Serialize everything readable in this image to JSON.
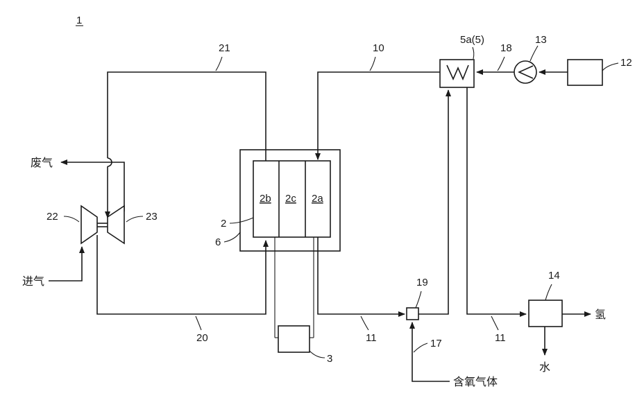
{
  "figure_number": "1",
  "labels": {
    "fuel_cell": "2",
    "cell_2a": "2a",
    "cell_2b": "2b",
    "cell_2c": "2c",
    "power_unit": "3",
    "heat_exchanger": "5a(5)",
    "housing": "6",
    "line_10": "10",
    "line_11_left": "11",
    "line_11_right": "11",
    "tank": "12",
    "pump": "13",
    "separator": "14",
    "line_17": "17",
    "line_18": "18",
    "mixer": "19",
    "line_20": "20",
    "line_21": "21",
    "compressor": "22",
    "turbine": "23"
  },
  "text": {
    "exhaust": "废气",
    "intake": "进气",
    "oxygen_gas": "含氧气体",
    "hydrogen": "氢",
    "water": "水"
  }
}
